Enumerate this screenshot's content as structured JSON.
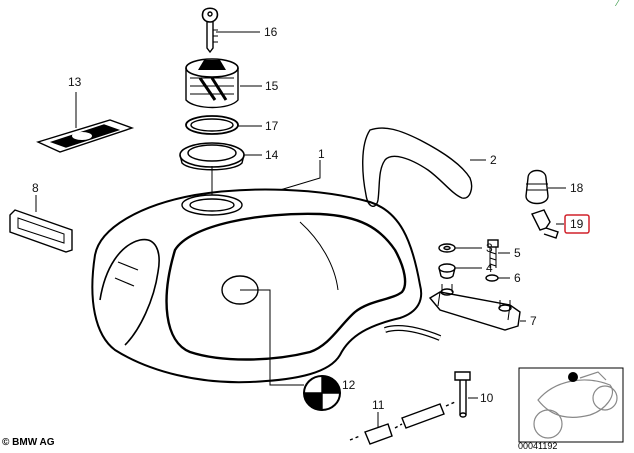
{
  "copyright": "© BMW AG",
  "doc_number": "00041192",
  "highlight_color": "#d0202a",
  "highlighted_part": "19",
  "parts": [
    {
      "id": "p1",
      "label": "1",
      "name": "fuel-tank"
    },
    {
      "id": "p2",
      "label": "2",
      "name": "knee-pad"
    },
    {
      "id": "p3",
      "label": "3",
      "name": "washer"
    },
    {
      "id": "p4",
      "label": "4",
      "name": "rubber-mount"
    },
    {
      "id": "p5",
      "label": "5",
      "name": "bolt"
    },
    {
      "id": "p6",
      "label": "6",
      "name": "washer-small"
    },
    {
      "id": "p7",
      "label": "7",
      "name": "mounting-bracket"
    },
    {
      "id": "p8",
      "label": "8",
      "name": "emblem-strip"
    },
    {
      "id": "p10",
      "label": "10",
      "name": "hose-connector"
    },
    {
      "id": "p11",
      "label": "11",
      "name": "fuel-hose"
    },
    {
      "id": "p12",
      "label": "12",
      "name": "badge"
    },
    {
      "id": "p13",
      "label": "13",
      "name": "label-plate"
    },
    {
      "id": "p14",
      "label": "14",
      "name": "filler-ring"
    },
    {
      "id": "p15",
      "label": "15",
      "name": "fuel-cap"
    },
    {
      "id": "p16",
      "label": "16",
      "name": "key"
    },
    {
      "id": "p17",
      "label": "17",
      "name": "gasket"
    },
    {
      "id": "p18",
      "label": "18",
      "name": "rubber-buffer"
    },
    {
      "id": "p19",
      "label": "19",
      "name": "plug"
    }
  ]
}
